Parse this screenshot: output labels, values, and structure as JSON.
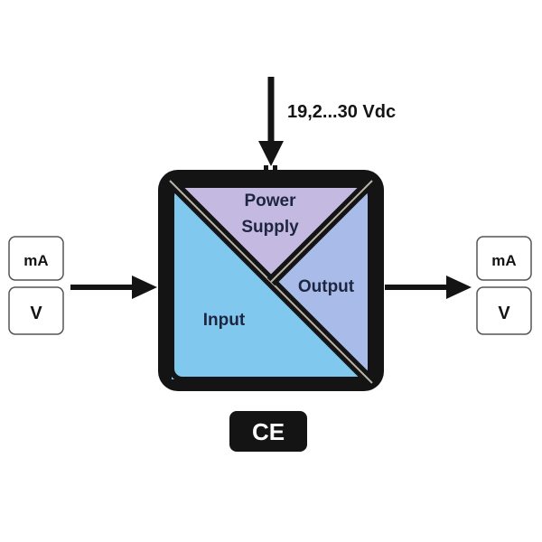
{
  "supply_label": "19,2...30 Vdc",
  "sections": {
    "power": "Power",
    "supply": "Supply",
    "output": "Output",
    "input": "Input"
  },
  "input_signals": [
    "mA",
    "V"
  ],
  "output_signals": [
    "mA",
    "V"
  ],
  "ce_mark": "CE",
  "colors": {
    "input": "#80c8ee",
    "power": "#c4b9e1",
    "output": "#a9bce9",
    "frame": "#141414",
    "text": "#1e2540"
  }
}
